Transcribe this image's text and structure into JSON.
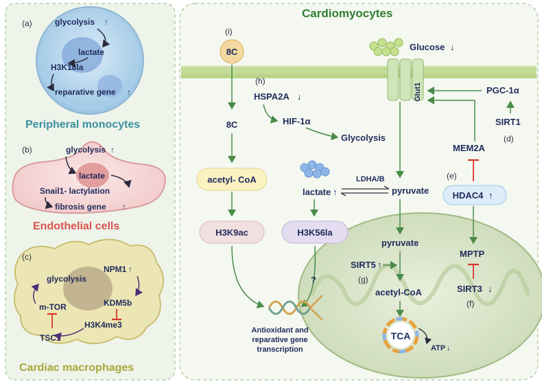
{
  "left_panels": {
    "monocytes": {
      "letter": "(a)",
      "title": "Peripheral monocytes",
      "glycolysis": "glycolysis",
      "lactate": "lactate",
      "h3k18la": "H3K18la",
      "reparative_gene": "reparative gene"
    },
    "endothelial": {
      "letter": "(b)",
      "title": "Endothelial cells",
      "glycolysis": "glycolysis",
      "lactate": "lactate",
      "snail1": "Snail1- lactylation",
      "fibrosis_gene": "fibrosis gene"
    },
    "macrophages": {
      "letter": "(c)",
      "title": "Cardiac macrophages",
      "glycolysis": "glycolysis",
      "npm1": "NPM1",
      "mtor": "m-TOR",
      "kdm5b": "KDM5b",
      "tsc1": "TSC1",
      "h3k4me3": "H3K4me3"
    }
  },
  "cardiomyocytes": {
    "title": "Cardiomyocytes",
    "label_i": "(i)",
    "eightc_circle": "8C",
    "eightc_text": "8C",
    "acetyl_coa": "acetyl- CoA",
    "h3k9ac": "H3K9ac",
    "label_h": "(h)",
    "hspa2a": "HSPA2A",
    "hif1a": "HIF-1α",
    "glycolysis": "Glycolysis",
    "lactate": "lactate",
    "h3k56la": "H3K56la",
    "ldha": "LDHA/B",
    "pyruvate": "pyruvate",
    "question": "?",
    "output": [
      "Antioxidant and",
      "reparative gene",
      "transcription"
    ],
    "glucose": "Glucose",
    "glut1": "Glut1",
    "pgc1a": "PGC-1α",
    "sirt1": "SIRT1",
    "label_d": "(d)",
    "mem2a": "MEM2A",
    "label_e": "(e)",
    "hdac4": "HDAC4",
    "mptp": "MPTP",
    "sirt3": "SIRT3",
    "label_f": "(f)",
    "mito_pyruvate": "pyruvate",
    "sirt5": "SIRT5",
    "label_g": "(g)",
    "mito_acetyl_coa": "acetyl-CoA",
    "tca": "TCA",
    "atp": "ATP"
  },
  "colors": {
    "green_text": "#2f7d32",
    "teal_text": "#3d8fa0",
    "red_text": "#d9534f",
    "olive_text": "#a8a83a",
    "navy": "#1f2a5c",
    "arrow_green": "#4a8a4a",
    "inhibit_red": "#d9342b"
  }
}
